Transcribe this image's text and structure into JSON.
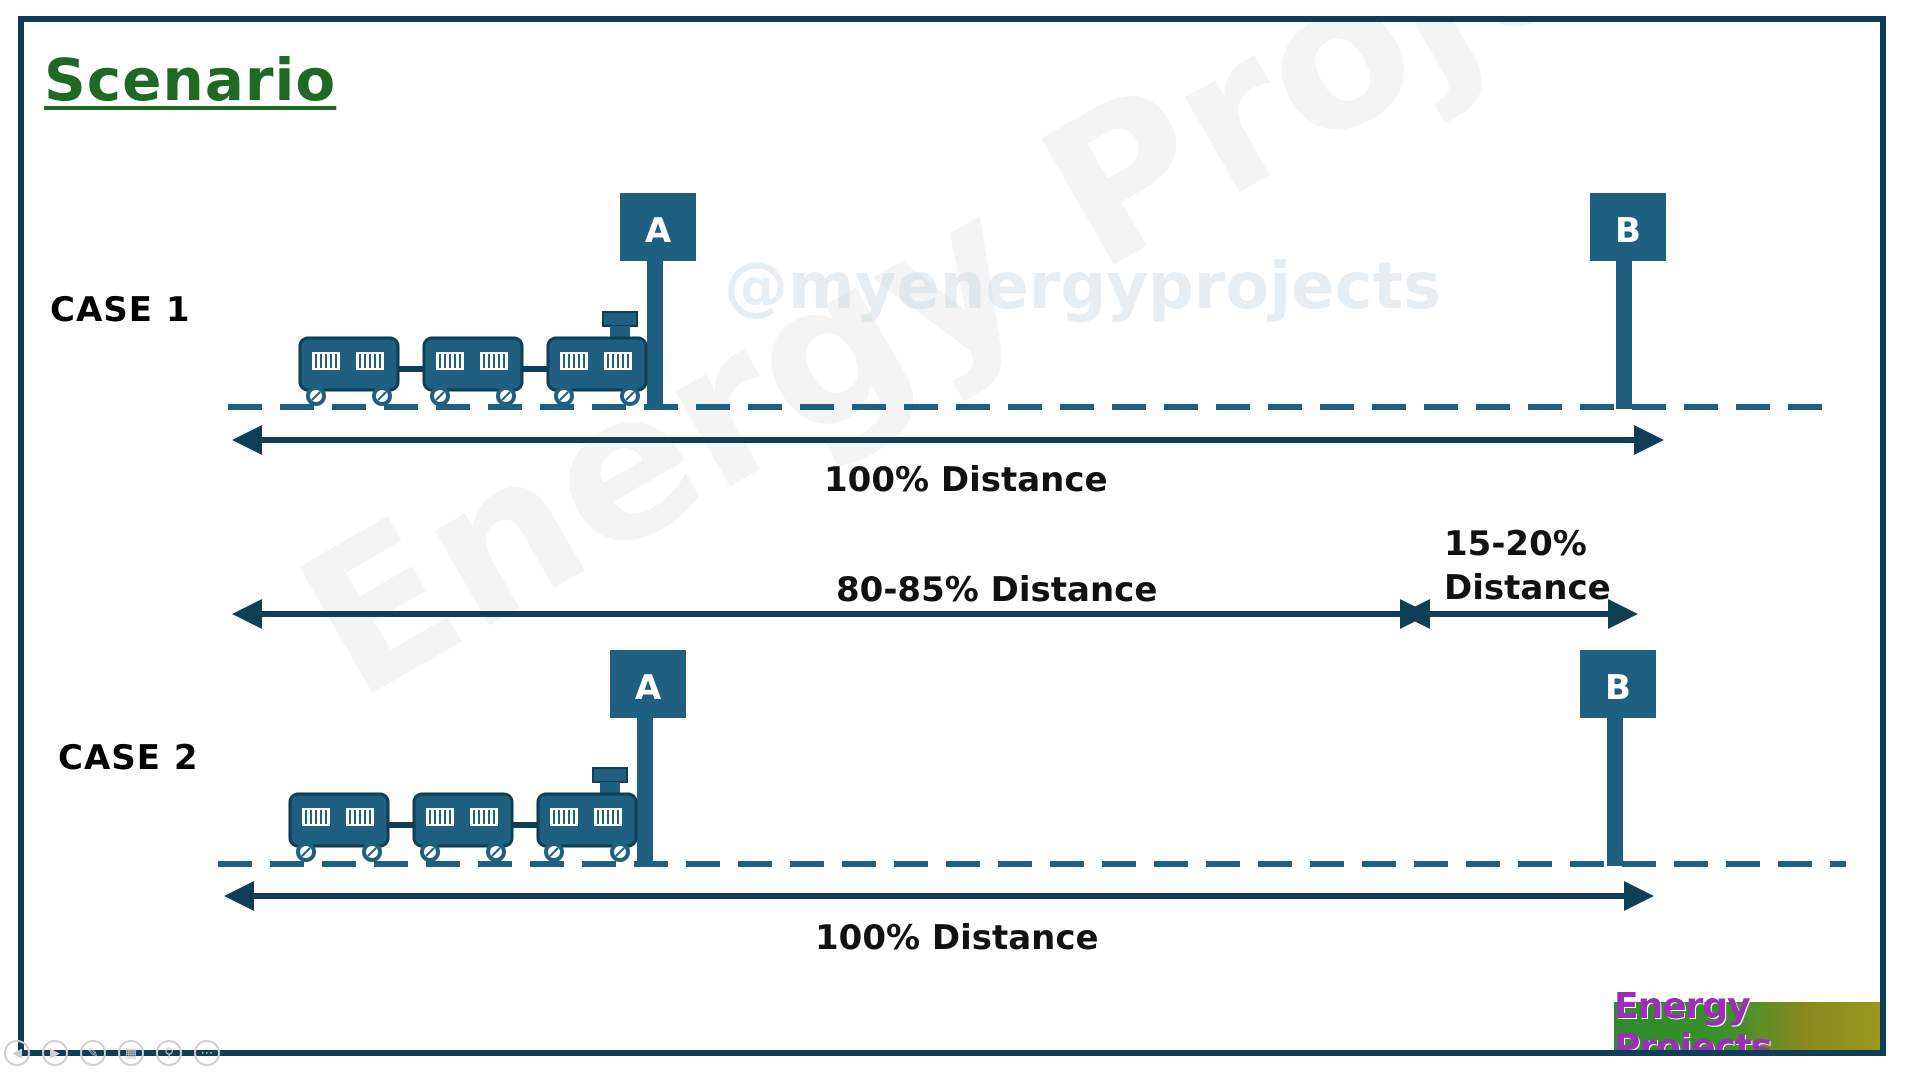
{
  "title": "Scenario",
  "watermark_handle": "@myenergyprojects",
  "watermark_diagonal": "Energy Projects",
  "logo_text": "Energy Projects",
  "case1": {
    "label": "CASE 1",
    "station_a": "A",
    "station_b": "B",
    "distance_label": "100% Distance"
  },
  "case2": {
    "label": "CASE 2",
    "station_a": "A",
    "station_b": "B",
    "distance_label": "100% Distance",
    "partial_label": "80-85% Distance",
    "remaining_label_line1": "15-20%",
    "remaining_label_line2": "Distance"
  },
  "colors": {
    "primary": "#1f5f7f",
    "dark": "#0f3f57",
    "title": "#1e6a24"
  },
  "player_controls": [
    "prev-icon",
    "play-icon",
    "pen-icon",
    "slides-icon",
    "zoom-icon",
    "more-icon"
  ]
}
